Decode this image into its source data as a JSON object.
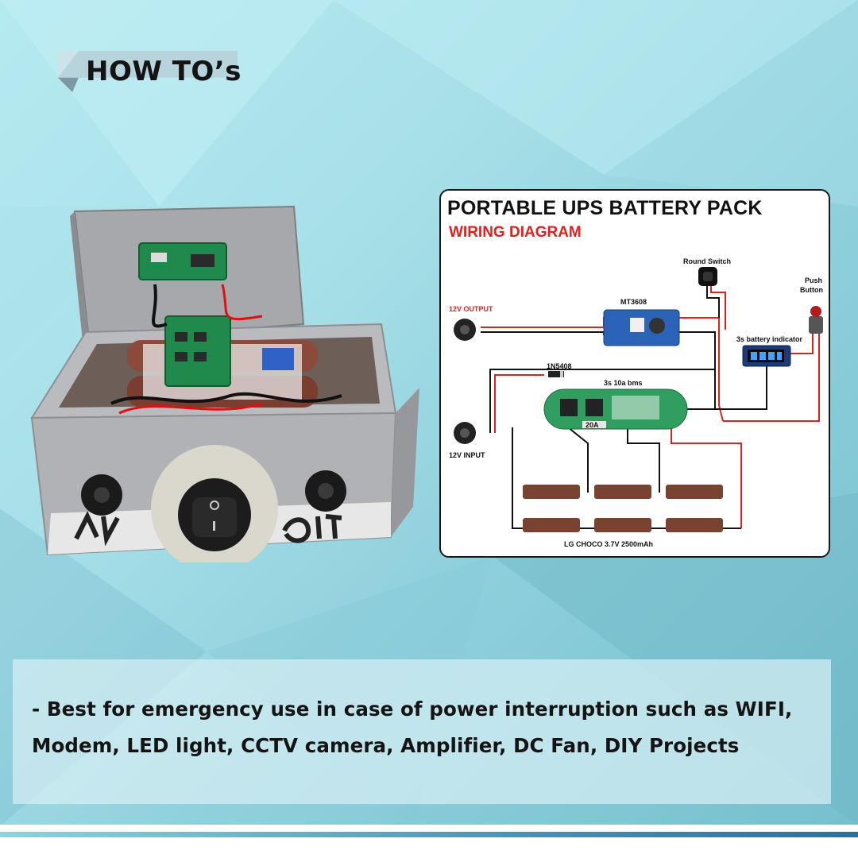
{
  "header": {
    "title": "HOW TO’s"
  },
  "diagram": {
    "title": "PORTABLE UPS BATTERY PACK",
    "subtitle": "WIRING DIAGRAM",
    "labels": {
      "round_switch": "Round Switch",
      "push_button_line1": "Push",
      "push_button_line2": "Button",
      "output": "12V OUTPUT",
      "input": "12V INPUT",
      "booster": "MT3608",
      "indicator": "3s battery indicator",
      "diode": "1N5408",
      "bms": "3s 10a bms",
      "bms_rating": "20A",
      "cells": "LG CHOCO 3.7V 2500mAh"
    }
  },
  "description": {
    "line1": "- Best for emergency use in case of power interruption such as WIFI,",
    "line2": "Modem, LED light, CCTV camera, Amplifier, DC Fan, DIY Projects"
  },
  "colors": {
    "accent_red": "#e32020",
    "ribbon": "#b7d3dc",
    "panel": "#d7eef4"
  }
}
